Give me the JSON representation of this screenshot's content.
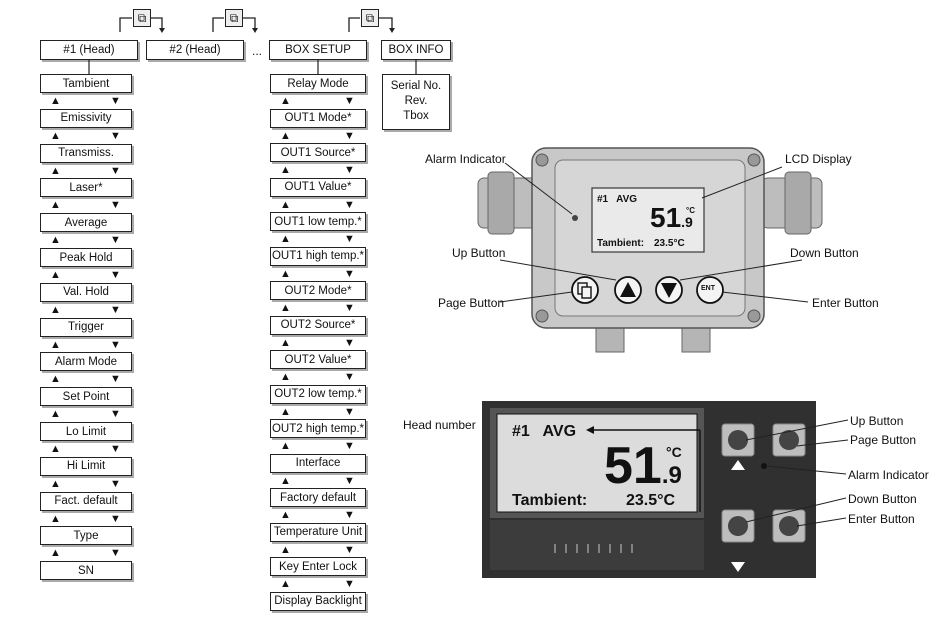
{
  "headers": {
    "head1": "#1 (Head)",
    "head2": "#2 (Head)",
    "ellipsis": "...",
    "box_setup": "BOX SETUP",
    "box_info": "BOX INFO"
  },
  "head_menu": [
    "Tambient",
    "Emissivity",
    "Transmiss.",
    "Laser*",
    "Average",
    "Peak Hold",
    "Val. Hold",
    "Trigger",
    "Alarm Mode",
    "Set Point",
    "Lo Limit",
    "Hi Limit",
    "Fact. default",
    "Type",
    "SN"
  ],
  "box_menu": [
    "Relay Mode",
    "OUT1 Mode*",
    "OUT1 Source*",
    "OUT1 Value*",
    "OUT1 low temp.*",
    "OUT1 high temp.*",
    "OUT2 Mode*",
    "OUT2 Source*",
    "OUT2 Value*",
    "OUT2 low temp.*",
    "OUT2 high temp.*",
    "Interface",
    "Factory default",
    "Temperature Unit",
    "Key Enter Lock",
    "Display Backlight"
  ],
  "box_info_items": [
    "Serial No.",
    "Rev.",
    "Tbox"
  ],
  "device_labels": {
    "alarm_indicator": "Alarm Indicator",
    "lcd_display": "LCD Display",
    "up_button": "Up Button",
    "down_button": "Down Button",
    "page_button": "Page Button",
    "enter_button": "Enter Button"
  },
  "lcd": {
    "line1": "#1   AVG",
    "value_int": "51",
    "value_dec": ".9",
    "unit": "°C",
    "line3_label": "Tambient:",
    "line3_value": "23.5°C"
  },
  "enter_key": "ENT",
  "panel_labels": {
    "head_number": "Head number",
    "up_button": "Up Button",
    "page_button": "Page Button",
    "alarm_indicator": "Alarm Indicator",
    "down_button": "Down Button",
    "enter_button": "Enter Button"
  },
  "panel_lcd": {
    "line1": "#1   AVG",
    "value_int": "51",
    "value_dec": ".9",
    "unit": "°C",
    "line3_label": "Tambient:",
    "line3_value": "23.5°C"
  },
  "icons": [
    "page-icon",
    "up-arrow-icon",
    "down-arrow-icon",
    "enter-icon"
  ]
}
